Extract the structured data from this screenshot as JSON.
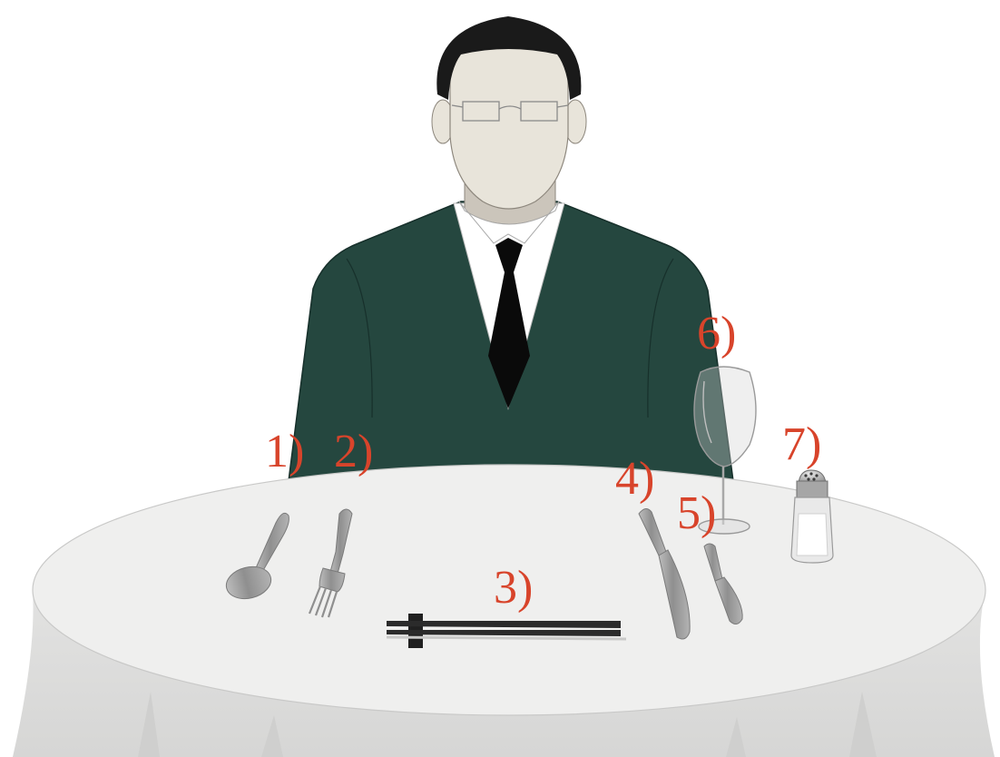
{
  "labels": {
    "spoon": "1)",
    "fork": "2)",
    "chopsticks": "3)",
    "knife": "4)",
    "butter_knife": "5)",
    "wine_glass": "6)",
    "salt_shaker": "7)"
  },
  "colors": {
    "label": "#d8442b",
    "sweater": "#25473f",
    "tablecloth_top": "#efefee",
    "tablecloth_skirt": "#dcdcdb",
    "skin": "#e8e4da",
    "hair": "#1a1a1a",
    "shirt": "#ffffff",
    "tie": "#0a0a0a",
    "cutlery": "#9a9a9a",
    "chopsticks": "#2b2b2b"
  }
}
